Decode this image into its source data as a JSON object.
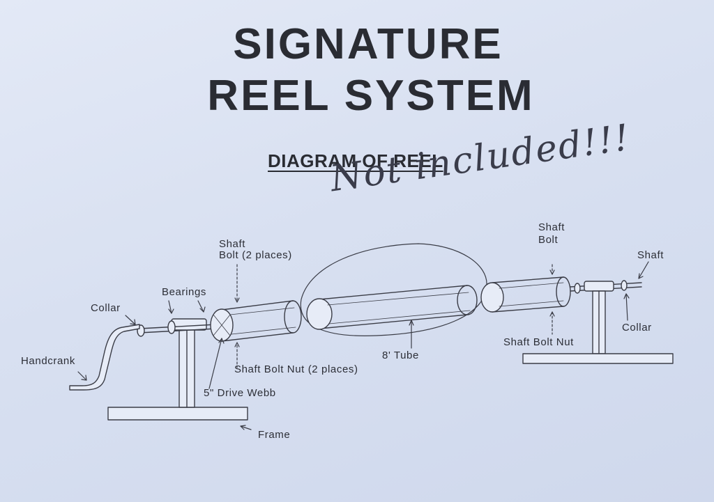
{
  "title": {
    "line1": "SIGNATURE",
    "line2": "REEL SYSTEM"
  },
  "subtitle": "DIAGRAM OF REEL",
  "handwritten_note": "Not included!!!",
  "labels": {
    "handcrank": "Handcrank",
    "collar_left": "Collar",
    "bearings": "Bearings",
    "shaft_bolt_left_line1": "Shaft",
    "shaft_bolt_left_line2": "Bolt (2 places)",
    "shaft_bolt_nut_left": "Shaft Bolt Nut (2 places)",
    "drive_webb": "5\" Drive Webb",
    "frame": "Frame",
    "tube": "8' Tube",
    "shaft_bolt_right_line1": "Shaft",
    "shaft_bolt_right_line2": "Bolt",
    "shaft_right": "Shaft",
    "collar_right": "Collar",
    "shaft_bolt_nut_right": "Shaft Bolt Nut"
  },
  "colors": {
    "ink": "#2c2e36",
    "paper": "#d9e1f1"
  }
}
